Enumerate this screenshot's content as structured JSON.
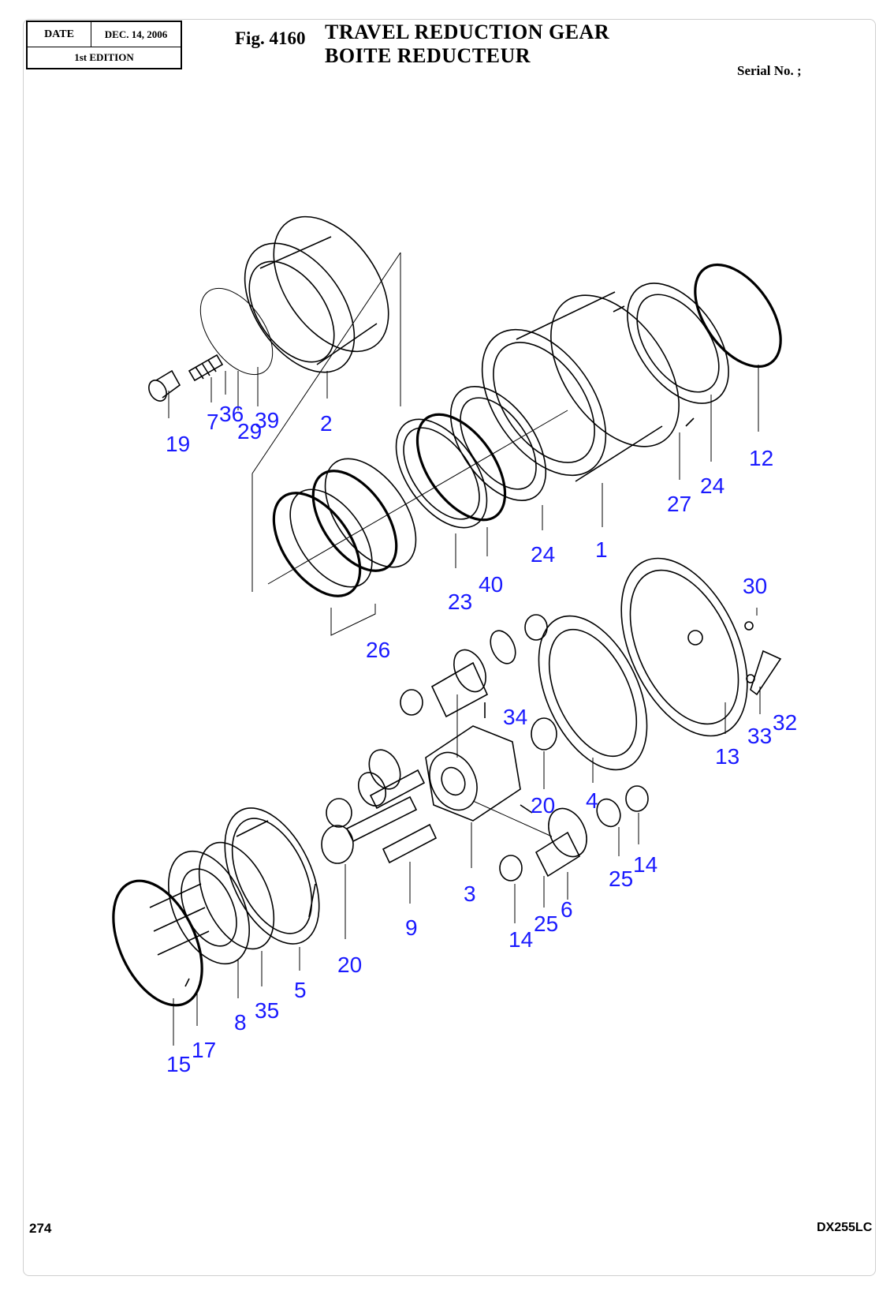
{
  "header": {
    "date_label": "DATE",
    "date_value": "DEC. 14, 2006",
    "edition": "1st EDITION",
    "fig_no": "Fig. 4160",
    "title_en": "TRAVEL  REDUCTION  GEAR",
    "title_fr": "BOITE  REDUCTEUR",
    "serial": "Serial No. ;"
  },
  "footer": {
    "page_no": "274",
    "model": "DX255LC"
  },
  "callouts": [
    "19",
    "7",
    "36",
    "29",
    "39",
    "2",
    "12",
    "24",
    "27",
    "1",
    "24",
    "40",
    "23",
    "26",
    "30",
    "34",
    "4",
    "13",
    "33",
    "32",
    "20",
    "14",
    "25",
    "3",
    "9",
    "6",
    "25",
    "14",
    "20",
    "5",
    "35",
    "8",
    "17",
    "15"
  ]
}
